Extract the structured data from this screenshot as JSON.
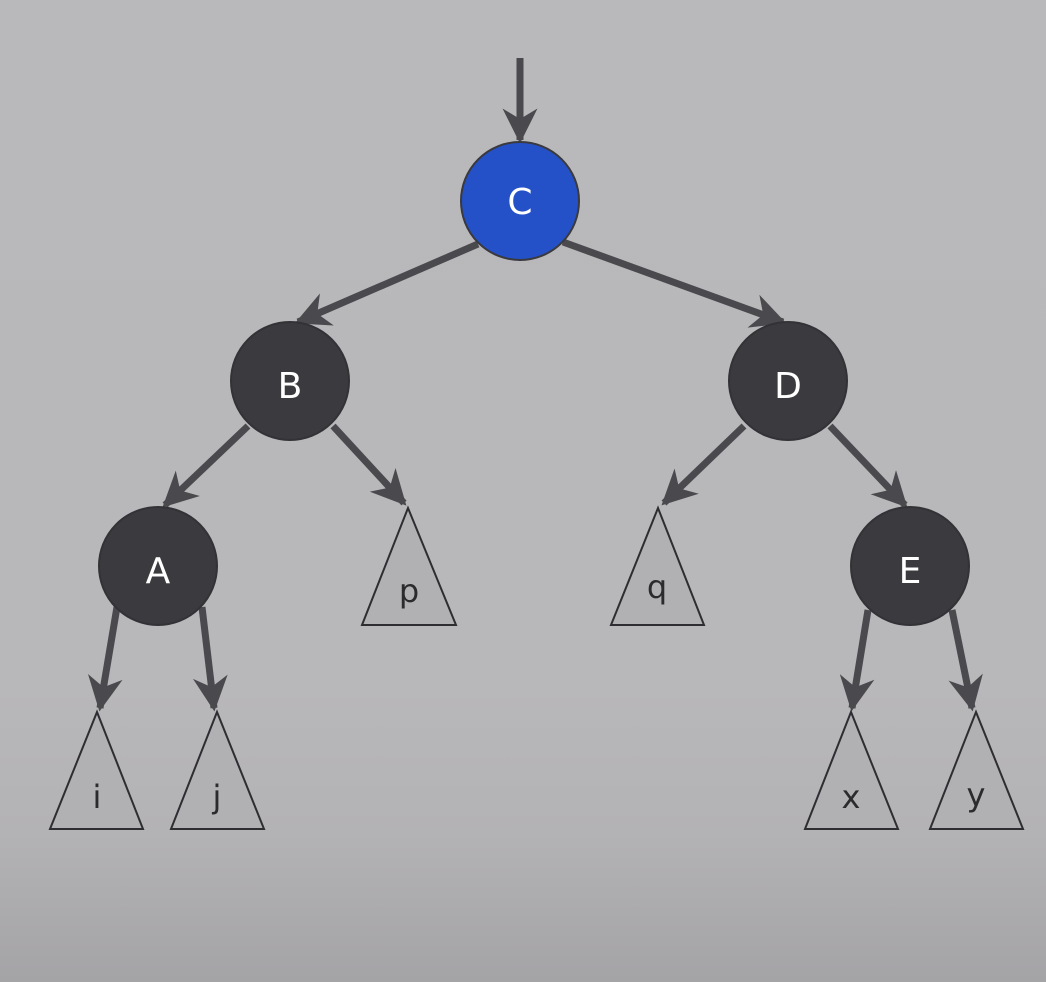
{
  "tree": {
    "nodes": [
      {
        "id": "C",
        "label": "C",
        "color": "#2451c8"
      },
      {
        "id": "B",
        "label": "B",
        "color": "#3b3a3e"
      },
      {
        "id": "D",
        "label": "D",
        "color": "#3b3a3e"
      },
      {
        "id": "A",
        "label": "A",
        "color": "#3b3a3e"
      },
      {
        "id": "E",
        "label": "E",
        "color": "#3b3a3e"
      }
    ],
    "subtrees": [
      {
        "id": "i",
        "label": "i"
      },
      {
        "id": "j",
        "label": "j"
      },
      {
        "id": "p",
        "label": "p"
      },
      {
        "id": "q",
        "label": "q"
      },
      {
        "id": "x",
        "label": "x"
      },
      {
        "id": "y",
        "label": "y"
      }
    ],
    "edges": [
      {
        "from": "root-pointer",
        "to": "C"
      },
      {
        "from": "C",
        "to": "B"
      },
      {
        "from": "C",
        "to": "D"
      },
      {
        "from": "B",
        "to": "A"
      },
      {
        "from": "B",
        "to": "p"
      },
      {
        "from": "D",
        "to": "q"
      },
      {
        "from": "D",
        "to": "E"
      },
      {
        "from": "A",
        "to": "i"
      },
      {
        "from": "A",
        "to": "j"
      },
      {
        "from": "E",
        "to": "x"
      },
      {
        "from": "E",
        "to": "y"
      }
    ],
    "colors": {
      "highlight_node": "#2451c8",
      "node": "#3b3a3e",
      "edge": "#4a494d",
      "subtree_fill": "#b1b0b3",
      "subtree_stroke": "#2e2d31"
    }
  }
}
